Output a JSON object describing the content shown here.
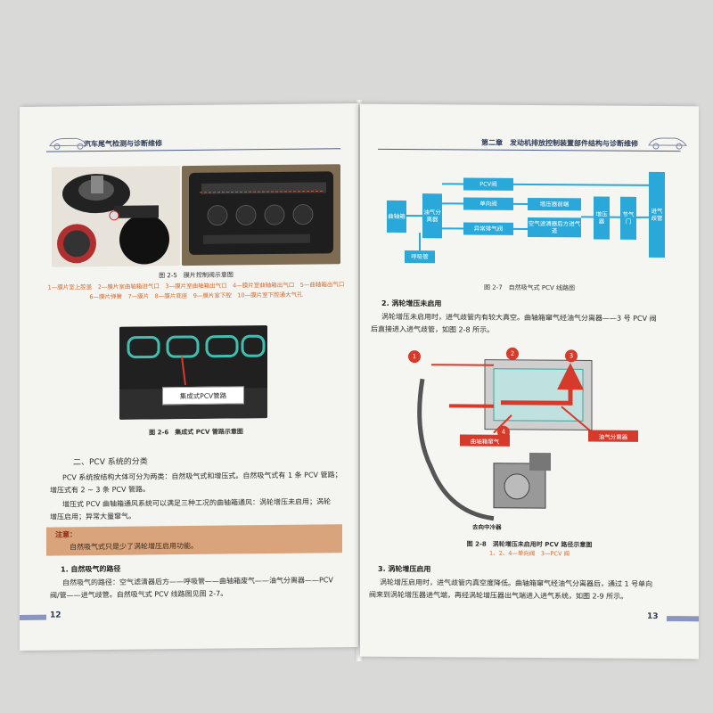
{
  "left_page": {
    "header": "汽车尾气检测与诊断维修",
    "fig25": {
      "caption": "图 2-5　膜片控制阀示意图",
      "legend_line1": "1—膜片室上腔盖　2—膜片室曲轴箱进气口　3—膜片室曲轴箱出气口　4—膜片室曲轴箱出气口　5—曲轴箱出气口",
      "legend_line2": "6—膜片弹簧　7—膜片　8—膜片底座　9—膜片室下腔　10—膜片室下腔通大气孔"
    },
    "fig26": {
      "label": "集成式PCV管路",
      "caption": "图 2-6　集成式 PCV 管路示意图"
    },
    "section_title": "二、PCV 系统的分类",
    "para1": "PCV 系统按结构大体可分为两类：自然吸气式和增压式。自然吸气式有 1 条 PCV 管路；",
    "para1b": "增压式有 2 ~ 3 条 PCV 管路。",
    "para2": "增压式 PCV 曲轴箱通风系统可以满足三种工况的曲轴箱通风：涡轮增压未启用；涡轮",
    "para2b": "增压启用；异常大量窜气。",
    "note_label": "注意：",
    "note_text": "自然吸气式只是少了涡轮增压启用功能。",
    "sub1": "1. 自然吸气的路径",
    "para3": "自然吸气的路径：空气滤清器后方——呼吸管——曲轴箱废气——油气分离器——PCV",
    "para3b": "阀/管——进气歧管。自然吸气式 PCV 线路图见图 2-7。",
    "page_number": "12"
  },
  "right_page": {
    "header": "第二章　发动机排放控制装置部件结构与诊断维修",
    "flow": {
      "crankcase": "曲轴箱",
      "separator": "油气分离器",
      "pcv_valve": "PCV阀",
      "check_valve": "单向阀",
      "abnormal": "异常排气阀",
      "breather": "呼吸管",
      "comp_front": "增压器前端",
      "filter_inlet": "空气滤清器后方进气道",
      "turbo": "增压器",
      "throttle": "节气门",
      "intake": "进气歧管"
    },
    "fig27_caption": "图 2-7　自然吸气式 PCV 线路图",
    "sub2": "2. 涡轮增压未启用",
    "para4": "涡轮增压未启用时，进气歧管内有较大真空。曲轴箱窜气经油气分离器——3 号 PCV 阀",
    "para4b": "后直接进入进气歧管，如图 2-8 所示。",
    "fig28": {
      "label_crank": "曲轴箱窜气",
      "label_sep": "油气分离器",
      "label_intercooler": "去向中冷器",
      "caption": "图 2-8　涡轮增压未启用时 PCV 路径示意图",
      "legend": "1、2、4—单向阀　3—PCV 阀",
      "markers": [
        "1",
        "2",
        "3",
        "4"
      ]
    },
    "sub3": "3. 涡轮增压启用",
    "para5": "涡轮增压启用时，进气歧管内真空度降低。曲轴箱窜气经油气分离器后，通过 1 号单向",
    "para5b": "阀来到涡轮增压器进气端，再经涡轮增压器出气端进入进气系统，如图 2-9 所示。",
    "page_number": "13"
  },
  "colors": {
    "flow_blue": "#2aa8d9",
    "note_bg": "#d9a37b",
    "arrow_red": "#d63a2a"
  }
}
